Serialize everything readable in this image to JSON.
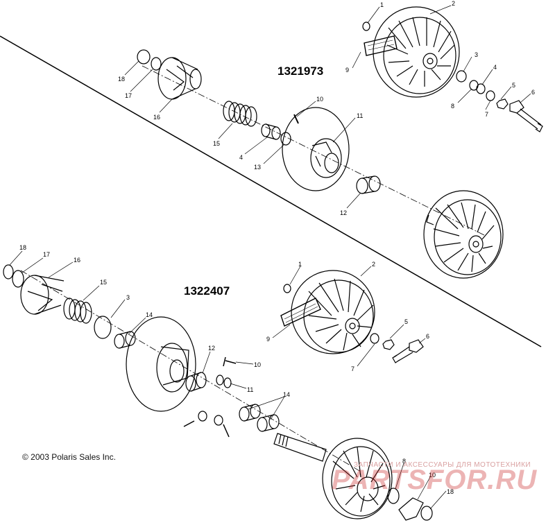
{
  "assemblies": {
    "upper_number": "1321973",
    "lower_number": "1322407"
  },
  "upper_callouts": [
    "1",
    "2",
    "3",
    "4",
    "5",
    "6",
    "7",
    "8",
    "9",
    "10",
    "11",
    "12",
    "13",
    "15",
    "16",
    "17",
    "18",
    "4"
  ],
  "lower_callouts": [
    "18",
    "17",
    "16",
    "15",
    "3",
    "14",
    "2",
    "5",
    "6",
    "7",
    "9",
    "1",
    "12",
    "10",
    "11",
    "14",
    "8",
    "10",
    "18"
  ],
  "copyright": "© 2003 Polaris Sales Inc.",
  "watermark": {
    "tagline": "ЗАПЧАСТИ И АКСЕССУАРЫ ДЛЯ МОТОТЕХНИКИ",
    "logo": "PARTSFOR.RU"
  },
  "colors": {
    "line": "#000000",
    "background": "#ffffff",
    "watermark": "#c83030"
  }
}
